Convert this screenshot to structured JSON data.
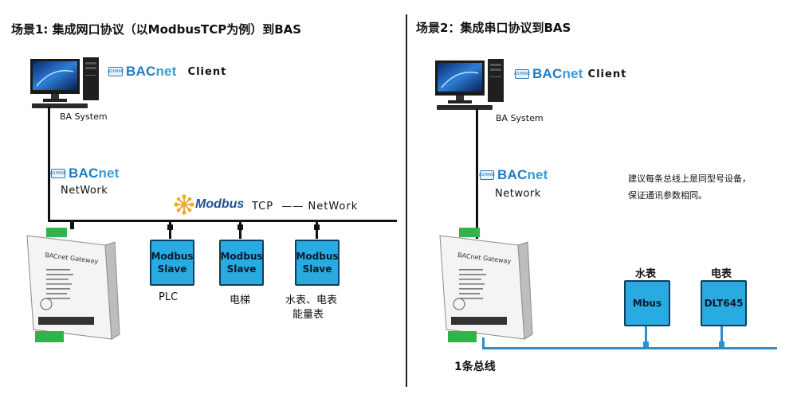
{
  "scenario1": {
    "title": "场景1: 集成网口协议（以ModbusTCP为例）到BAS",
    "client_label": "Client",
    "ba_system": "BA System",
    "network_label": "NetWork",
    "modbus_logo_text": "Modbus",
    "tcp_network_label": "TCP  —— NetWork",
    "gateway_name": "BACnet Gateway",
    "slaves": [
      {
        "line1": "Modbus",
        "line2": "Slave",
        "caption1": "PLC",
        "caption2": ""
      },
      {
        "line1": "Modbus",
        "line2": "Slave",
        "caption1": "电梯",
        "caption2": ""
      },
      {
        "line1": "Modbus",
        "line2": "Slave",
        "caption1": "水表、电表",
        "caption2": "能量表"
      }
    ]
  },
  "scenario2": {
    "title": "场景2：集成串口协议到BAS",
    "client_label": "Client",
    "ba_system": "BA System",
    "network_label": "Network",
    "gateway_name": "BACnet Gateway",
    "note_line1": "建议每条总线上是同型号设备，",
    "note_line2": "保证通讯参数相同。",
    "meters": [
      {
        "title": "水表",
        "label": "Mbus"
      },
      {
        "title": "电表",
        "label": "DLT645"
      }
    ],
    "bus_label": "1条总线"
  },
  "logos": {
    "bacnet_prefix": "BAC",
    "bacnet_suffix": "net",
    "bacnet_badge": "ASHRAE"
  },
  "colors": {
    "bus_blue": "#2b8fc9",
    "slave_fill": "#29abe2",
    "bacnet_blue": "#1c7cc4"
  }
}
